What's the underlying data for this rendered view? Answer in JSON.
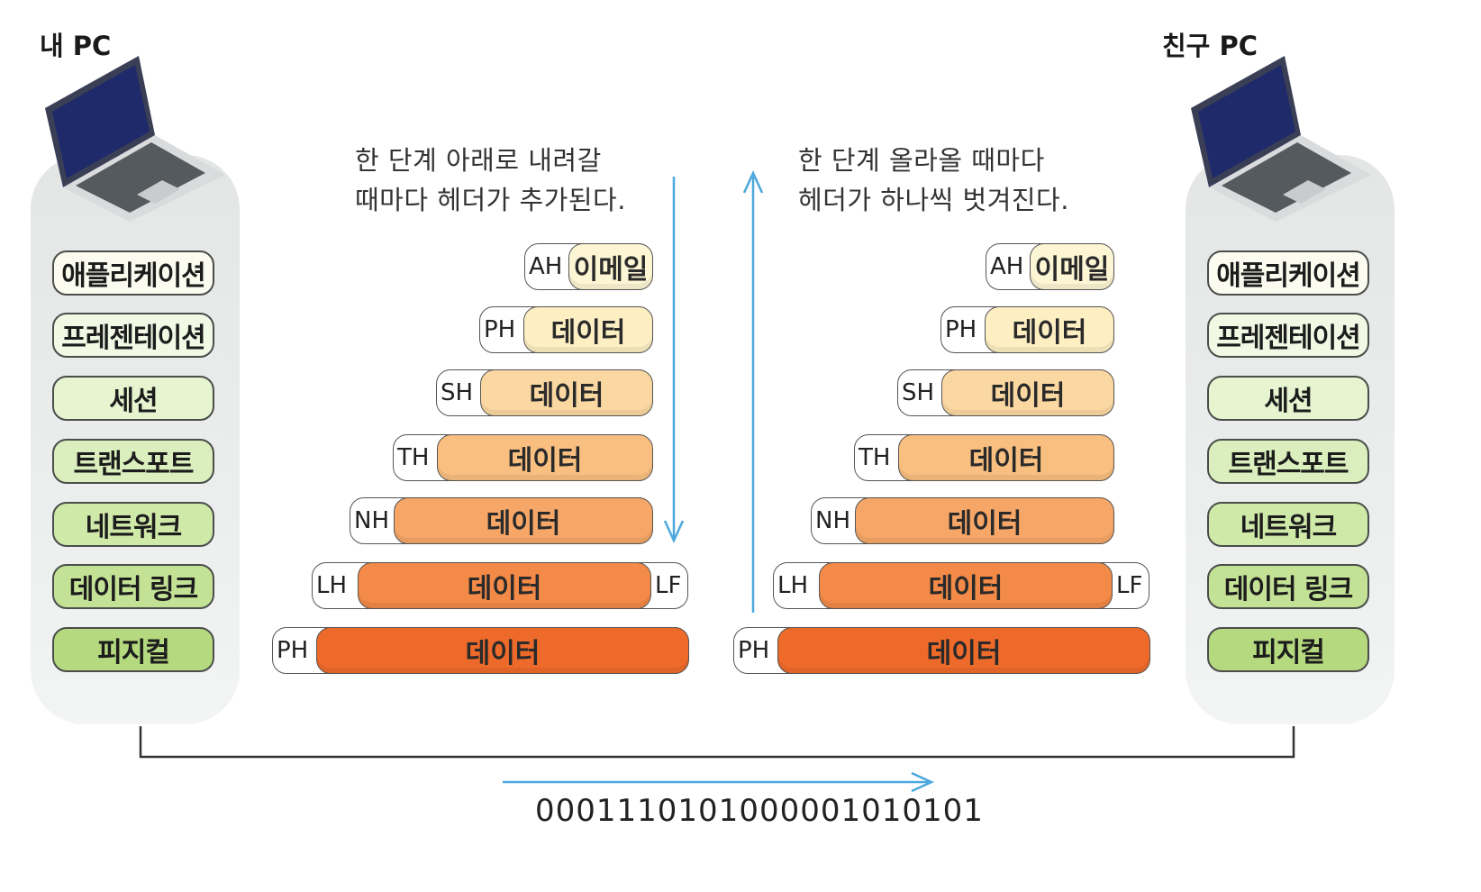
{
  "left_pc": {
    "title": "내 PC",
    "layers": [
      "애플리케이션",
      "프레젠테이션",
      "세션",
      "트랜스포트",
      "네트워크",
      "데이터 링크",
      "피지컬"
    ]
  },
  "right_pc": {
    "title": "친구 PC",
    "layers": [
      "애플리케이션",
      "프레젠테이션",
      "세션",
      "트랜스포트",
      "네트워크",
      "데이터 링크",
      "피지컬"
    ]
  },
  "layer_colors": [
    "#fbfcef",
    "#f1f8e4",
    "#e6f4d0",
    "#daefbd",
    "#cfe9a9",
    "#c3e295",
    "#b5d97e"
  ],
  "encap_note": {
    "line1": "한 단계 아래로 내려갈",
    "line2": "때마다 헤더가 추가된다."
  },
  "decap_note": {
    "line1": "한 단계 올라올 때마다",
    "line2": "헤더가 하나씩 벗겨진다."
  },
  "packets": [
    {
      "header": "AH",
      "data": "이메일",
      "trailer": "",
      "color": "#fcf6d4"
    },
    {
      "header": "PH",
      "data": "데이터",
      "trailer": "",
      "color": "#fdefc2"
    },
    {
      "header": "SH",
      "data": "데이터",
      "trailer": "",
      "color": "#fbd8a2"
    },
    {
      "header": "TH",
      "data": "데이터",
      "trailer": "",
      "color": "#f9bf80"
    },
    {
      "header": "NH",
      "data": "데이터",
      "trailer": "",
      "color": "#f6a666"
    },
    {
      "header": "LH",
      "data": "데이터",
      "trailer": "LF",
      "color": "#f38a47"
    },
    {
      "header": "PH",
      "data": "데이터",
      "trailer": "",
      "color": "#ee6a2a"
    }
  ],
  "bitstream": "0001110101000001010101",
  "colors": {
    "arrow": "#4aa8dc",
    "connector": "#333333"
  }
}
